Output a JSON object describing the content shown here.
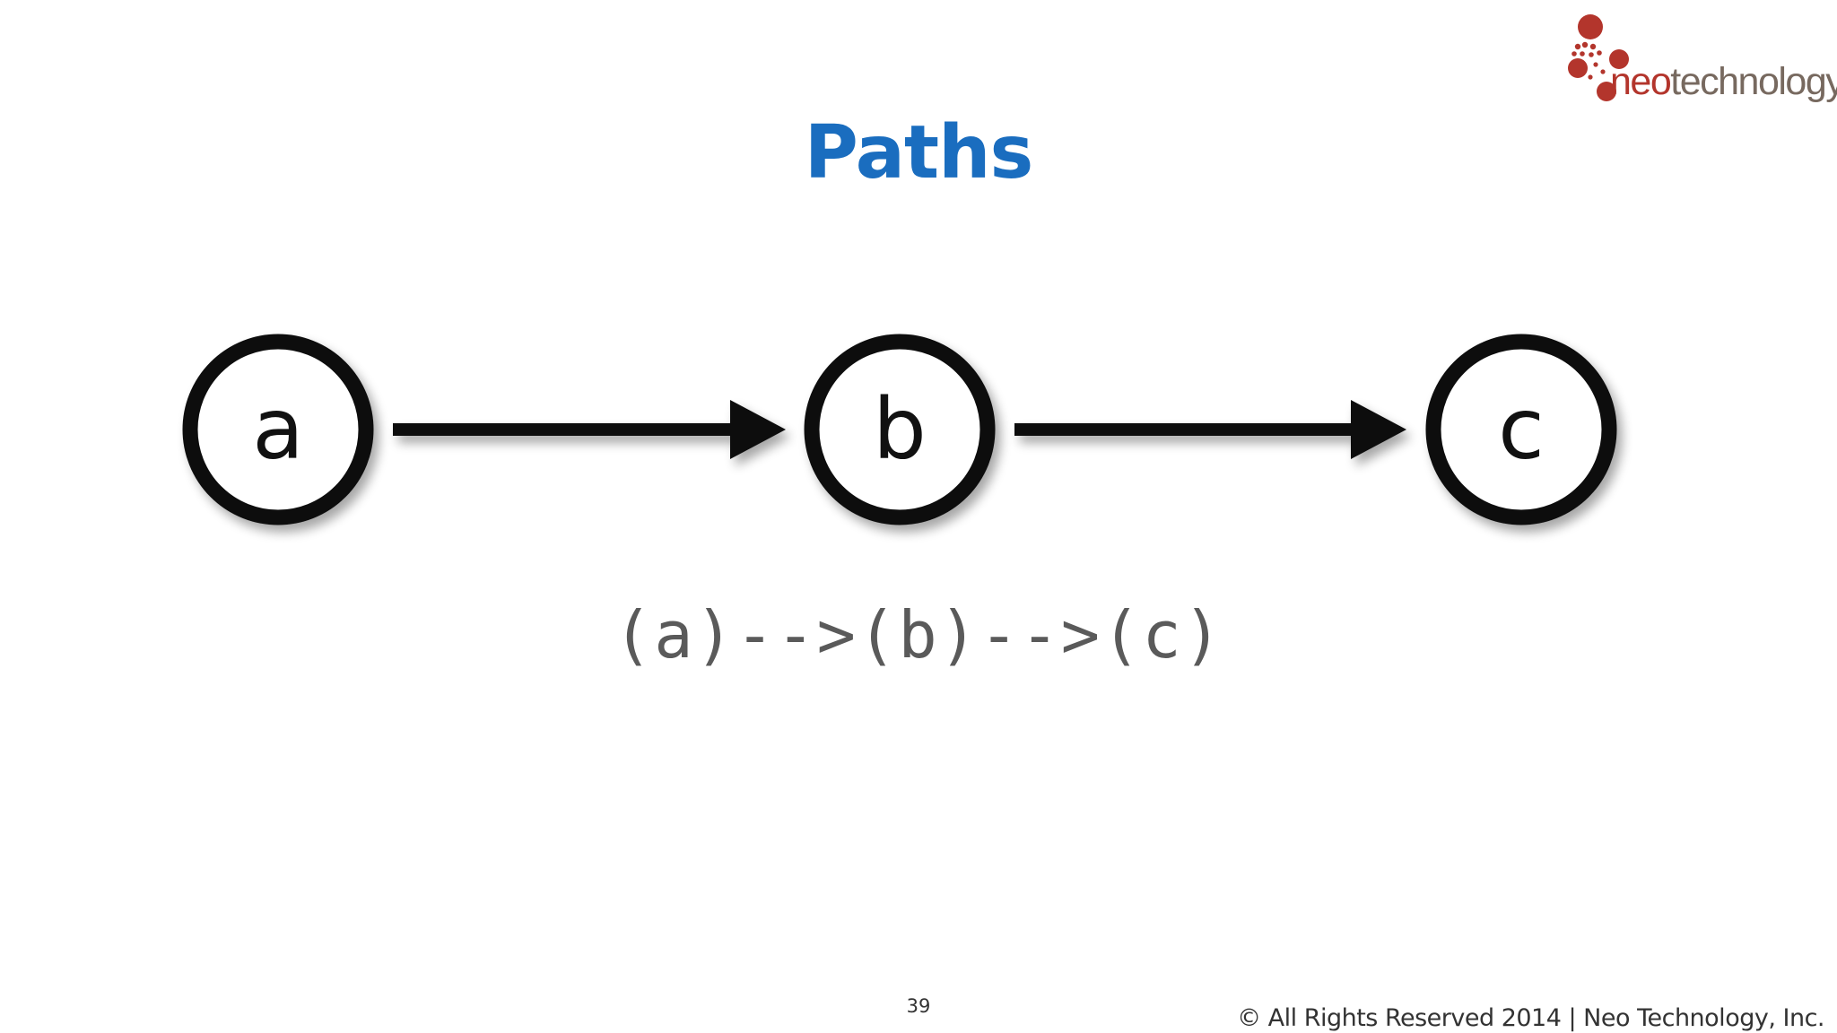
{
  "slide": {
    "title": "Paths",
    "pattern": "(a)-->(b)-->(c)",
    "page_number": "39",
    "copyright": "© All Rights Reserved 2014 | Neo Technology, Inc."
  },
  "logo": {
    "prefix": "neo",
    "suffix": "technology",
    "colors": {
      "prefix": "#b3352c",
      "suffix": "#77695f",
      "dots": "#b3352c"
    }
  },
  "diagram": {
    "nodes": [
      {
        "id": "a",
        "label": "a"
      },
      {
        "id": "b",
        "label": "b"
      },
      {
        "id": "c",
        "label": "c"
      }
    ],
    "edges": [
      {
        "from": "a",
        "to": "b",
        "directed": true
      },
      {
        "from": "b",
        "to": "c",
        "directed": true
      }
    ]
  },
  "colors": {
    "title": "#1a6dbf",
    "node_stroke": "#111111",
    "edge": "#111111",
    "pattern_text": "#5a5a5a"
  }
}
